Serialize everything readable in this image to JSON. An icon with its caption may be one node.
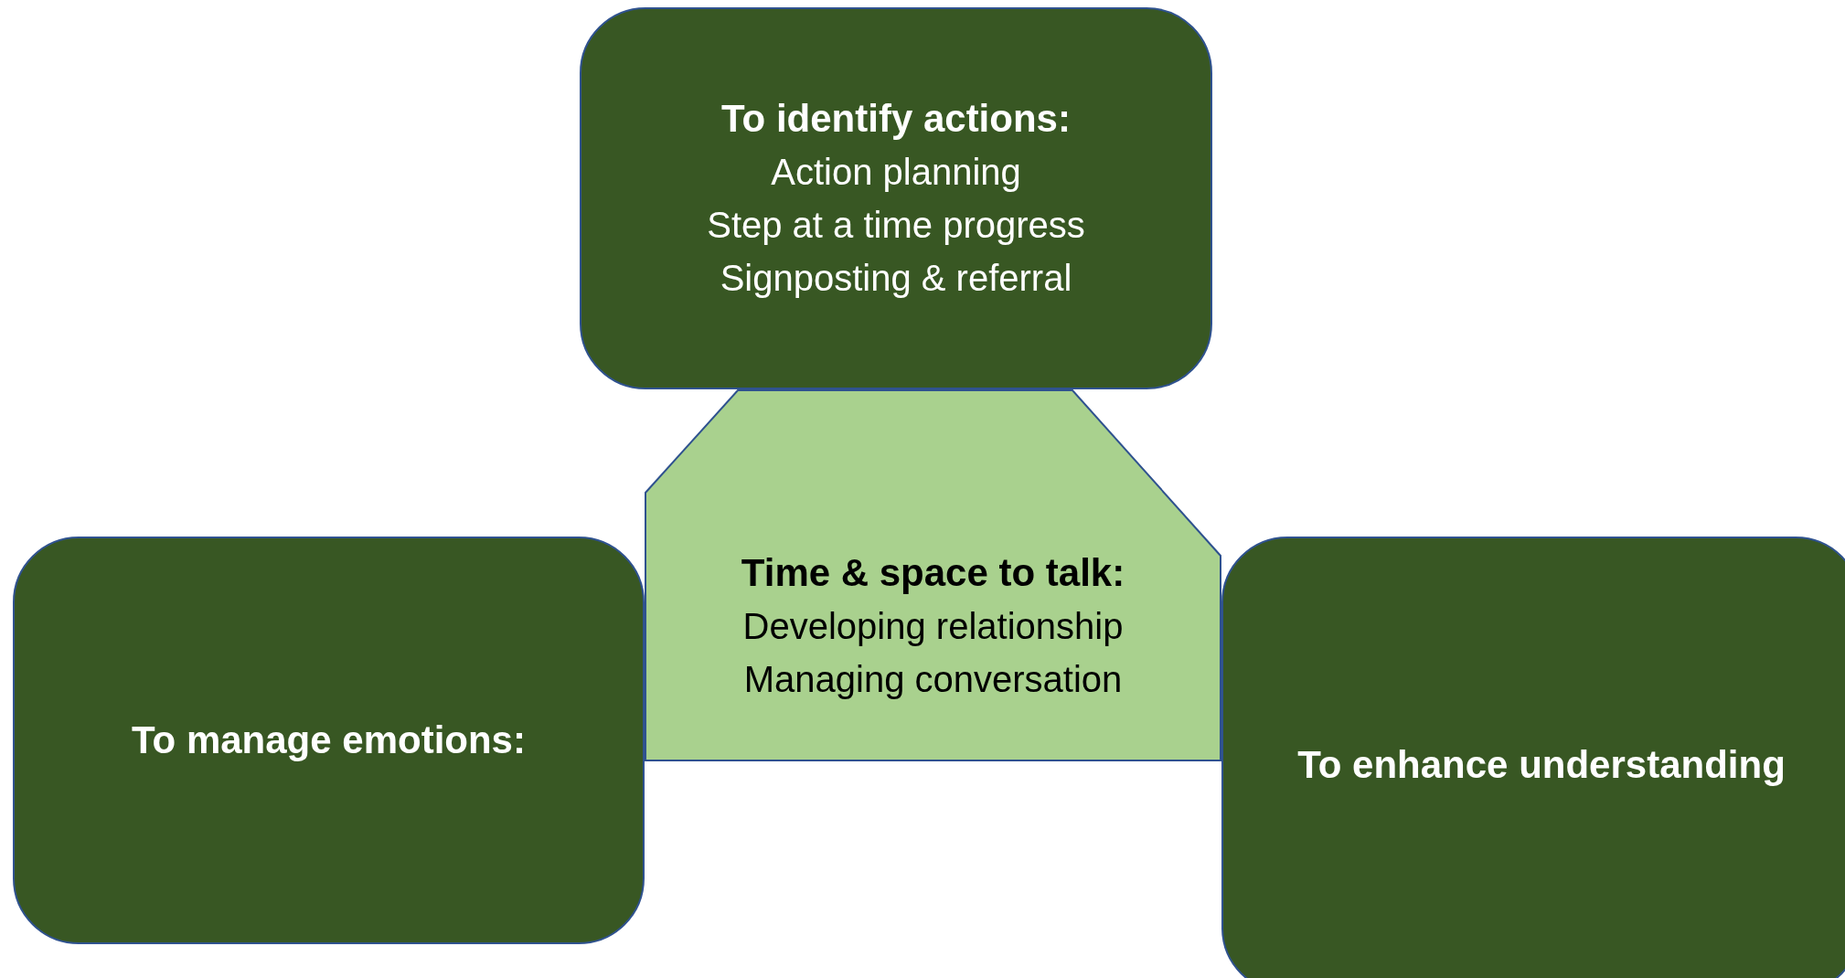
{
  "diagram": {
    "nodes": [
      {
        "text": [
          "To identify actions:",
          "Action planning",
          "Step at a time progress",
          "Signposting & referral"
        ]
      },
      {
        "text": [
          "Time & space to talk:",
          "Developing relationship",
          "Managing conversation"
        ]
      },
      {
        "text": [
          "To manage emotions:"
        ]
      },
      {
        "text": [
          "To enhance understanding"
        ]
      }
    ],
    "edges": []
  }
}
